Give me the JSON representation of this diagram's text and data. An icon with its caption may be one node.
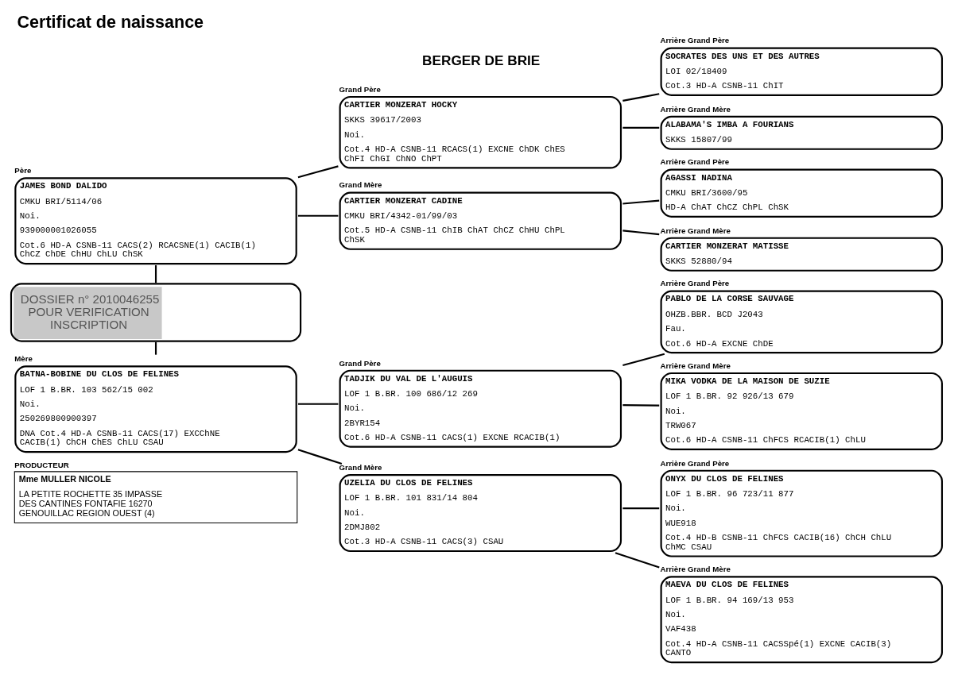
{
  "diagram": {
    "title": "Certificat de naissance",
    "nodes": [
      {
        "text": [
          "Père",
          "JAMES BOND DALIDO",
          "CMKU BRI/5114/06",
          "Noi.",
          "939000001026055",
          "Cot.6 HD-A CSNB-11 CACS(2) RCACSNE(1) CACIB(1) ChCZ ChDE ChHU ChLU ChSK"
        ]
      },
      {
        "text": [
          "DOSSIER n° 2010046255 POUR VERIFICATION INSCRIPTION"
        ]
      },
      {
        "text": [
          "Mère",
          "BATNA-BOBINE DU CLOS DE FELINES",
          "LOF 1 B.BR. 103 562/15 002",
          "Noi.",
          "250269800900397",
          "DNA Cot.4 HD-A CSNB-11 CACS(17) EXCChNE CACIB(1) ChCH ChES ChLU CSAU"
        ]
      },
      {
        "text": [
          "PRODUCTEUR",
          "Mme MULLER NICOLE",
          "LA PETITE ROCHETTE 35 IMPASSE DES CANTINES FONTAFIE 16270 GENOUILLAC REGION OUEST (4)"
        ]
      },
      {
        "text": [
          "Grand Père",
          "CARTIER MONZERAT HOCKY",
          "SKKS 39617/2003",
          "Noi.",
          "Cot.4 HD-A CSNB-11 RCACS(1) EXCNE ChDK ChES ChFI ChGI ChNO ChPT"
        ]
      },
      {
        "text": [
          "Grand Mère",
          "CARTIER MONZERAT CADINE",
          "CMKU BRI/4342-01/99/03",
          "Cot.5 HD-A CSNB-11 ChIB ChAT ChCZ ChHU ChPL ChSK"
        ]
      },
      {
        "text": [
          "Grand Père",
          "TADJIK DU VAL DE L'AUGUIS",
          "LOF 1 B.BR. 100 686/12 269",
          "Noi.",
          "2BYR154",
          "Cot.6 HD-A CSNB-11 CACS(1) EXCNE RCACIB(1)"
        ]
      },
      {
        "text": [
          "Grand Mère",
          "UZELIA DU CLOS DE FELINES",
          "LOF 1 B.BR. 101 831/14 804",
          "Noi.",
          "2DMJ802",
          "Cot.3 HD-A CSNB-11 CACS(3) CSAU"
        ]
      },
      {
        "text": [
          "Arrière Grand Père",
          "SOCRATES DES UNS ET DES AUTRES",
          "LOI 02/18409",
          "Cot.3 HD-A CSNB-11 ChIT"
        ]
      },
      {
        "text": [
          "Arrière Grand Mère",
          "ALABAMA'S IMBA A FOURIANS",
          "SKKS 15807/99"
        ]
      },
      {
        "text": [
          "Arrière Grand Père",
          "AGASSI NADINA",
          "CMKU BRI/3600/95",
          "HD-A ChAT ChCZ ChPL ChSK"
        ]
      },
      {
        "text": [
          "Arrière Grand Mère",
          "CARTIER MONZERAT MATISSE",
          "SKKS 52880/94"
        ]
      },
      {
        "text": [
          "Arrière Grand Père",
          "PABLO DE LA CORSE SAUVAGE",
          "OHZB.BBR. BCD J2043",
          "Fau.",
          "Cot.6 HD-A EXCNE ChDE"
        ]
      },
      {
        "text": [
          "Arrière Grand Mère",
          "MIKA VODKA DE LA MAISON DE SUZIE",
          "LOF 1 B.BR. 92 926/13 679",
          "Noi.",
          "TRW067",
          "Cot.6 HD-A CSNB-11 ChFCS RCACIB(1) ChLU"
        ]
      },
      {
        "text": [
          "Arrière Grand Père",
          "ONYX DU CLOS DE FELINES",
          "LOF 1 B.BR. 96 723/11 877",
          "Noi.",
          "WUE918",
          "Cot.4 HD-B CSNB-11 ChFCS CACIB(16) ChCH ChLU ChMC CSAU"
        ]
      },
      {
        "text": [
          "Arrière Grand Mère",
          "MAEVA DU CLOS DE FELINES",
          "LOF 1 B.BR. 94 169/13 953",
          "Noi.",
          "VAF438",
          "Cot.4 HD-A CSNB-11 CACSSpé(1) EXCNE CACIB(3) CANTO"
        ]
      }
    ],
    "edges": [
      {
        "from": 0,
        "to": 1,
        "arrow": "none"
      },
      {
        "from": 1,
        "to": 2,
        "arrow": "none"
      },
      {
        "from": 0,
        "to": 4,
        "arrow": "none"
      },
      {
        "from": 0,
        "to": 5,
        "arrow": "none"
      },
      {
        "from": 2,
        "to": 6,
        "arrow": "none"
      },
      {
        "from": 2,
        "to": 7,
        "arrow": "none"
      },
      {
        "from": 4,
        "to": 8,
        "arrow": "none"
      },
      {
        "from": 4,
        "to": 9,
        "arrow": "none"
      },
      {
        "from": 5,
        "to": 10,
        "arrow": "none"
      },
      {
        "from": 5,
        "to": 11,
        "arrow": "none"
      },
      {
        "from": 6,
        "to": 12,
        "arrow": "none"
      },
      {
        "from": 6,
        "to": 13,
        "arrow": "none"
      },
      {
        "from": 7,
        "to": 14,
        "arrow": "none"
      },
      {
        "from": 7,
        "to": 15,
        "arrow": "none"
      }
    ],
    "labels": [
      "BERGER DE BRIE"
    ]
  }
}
